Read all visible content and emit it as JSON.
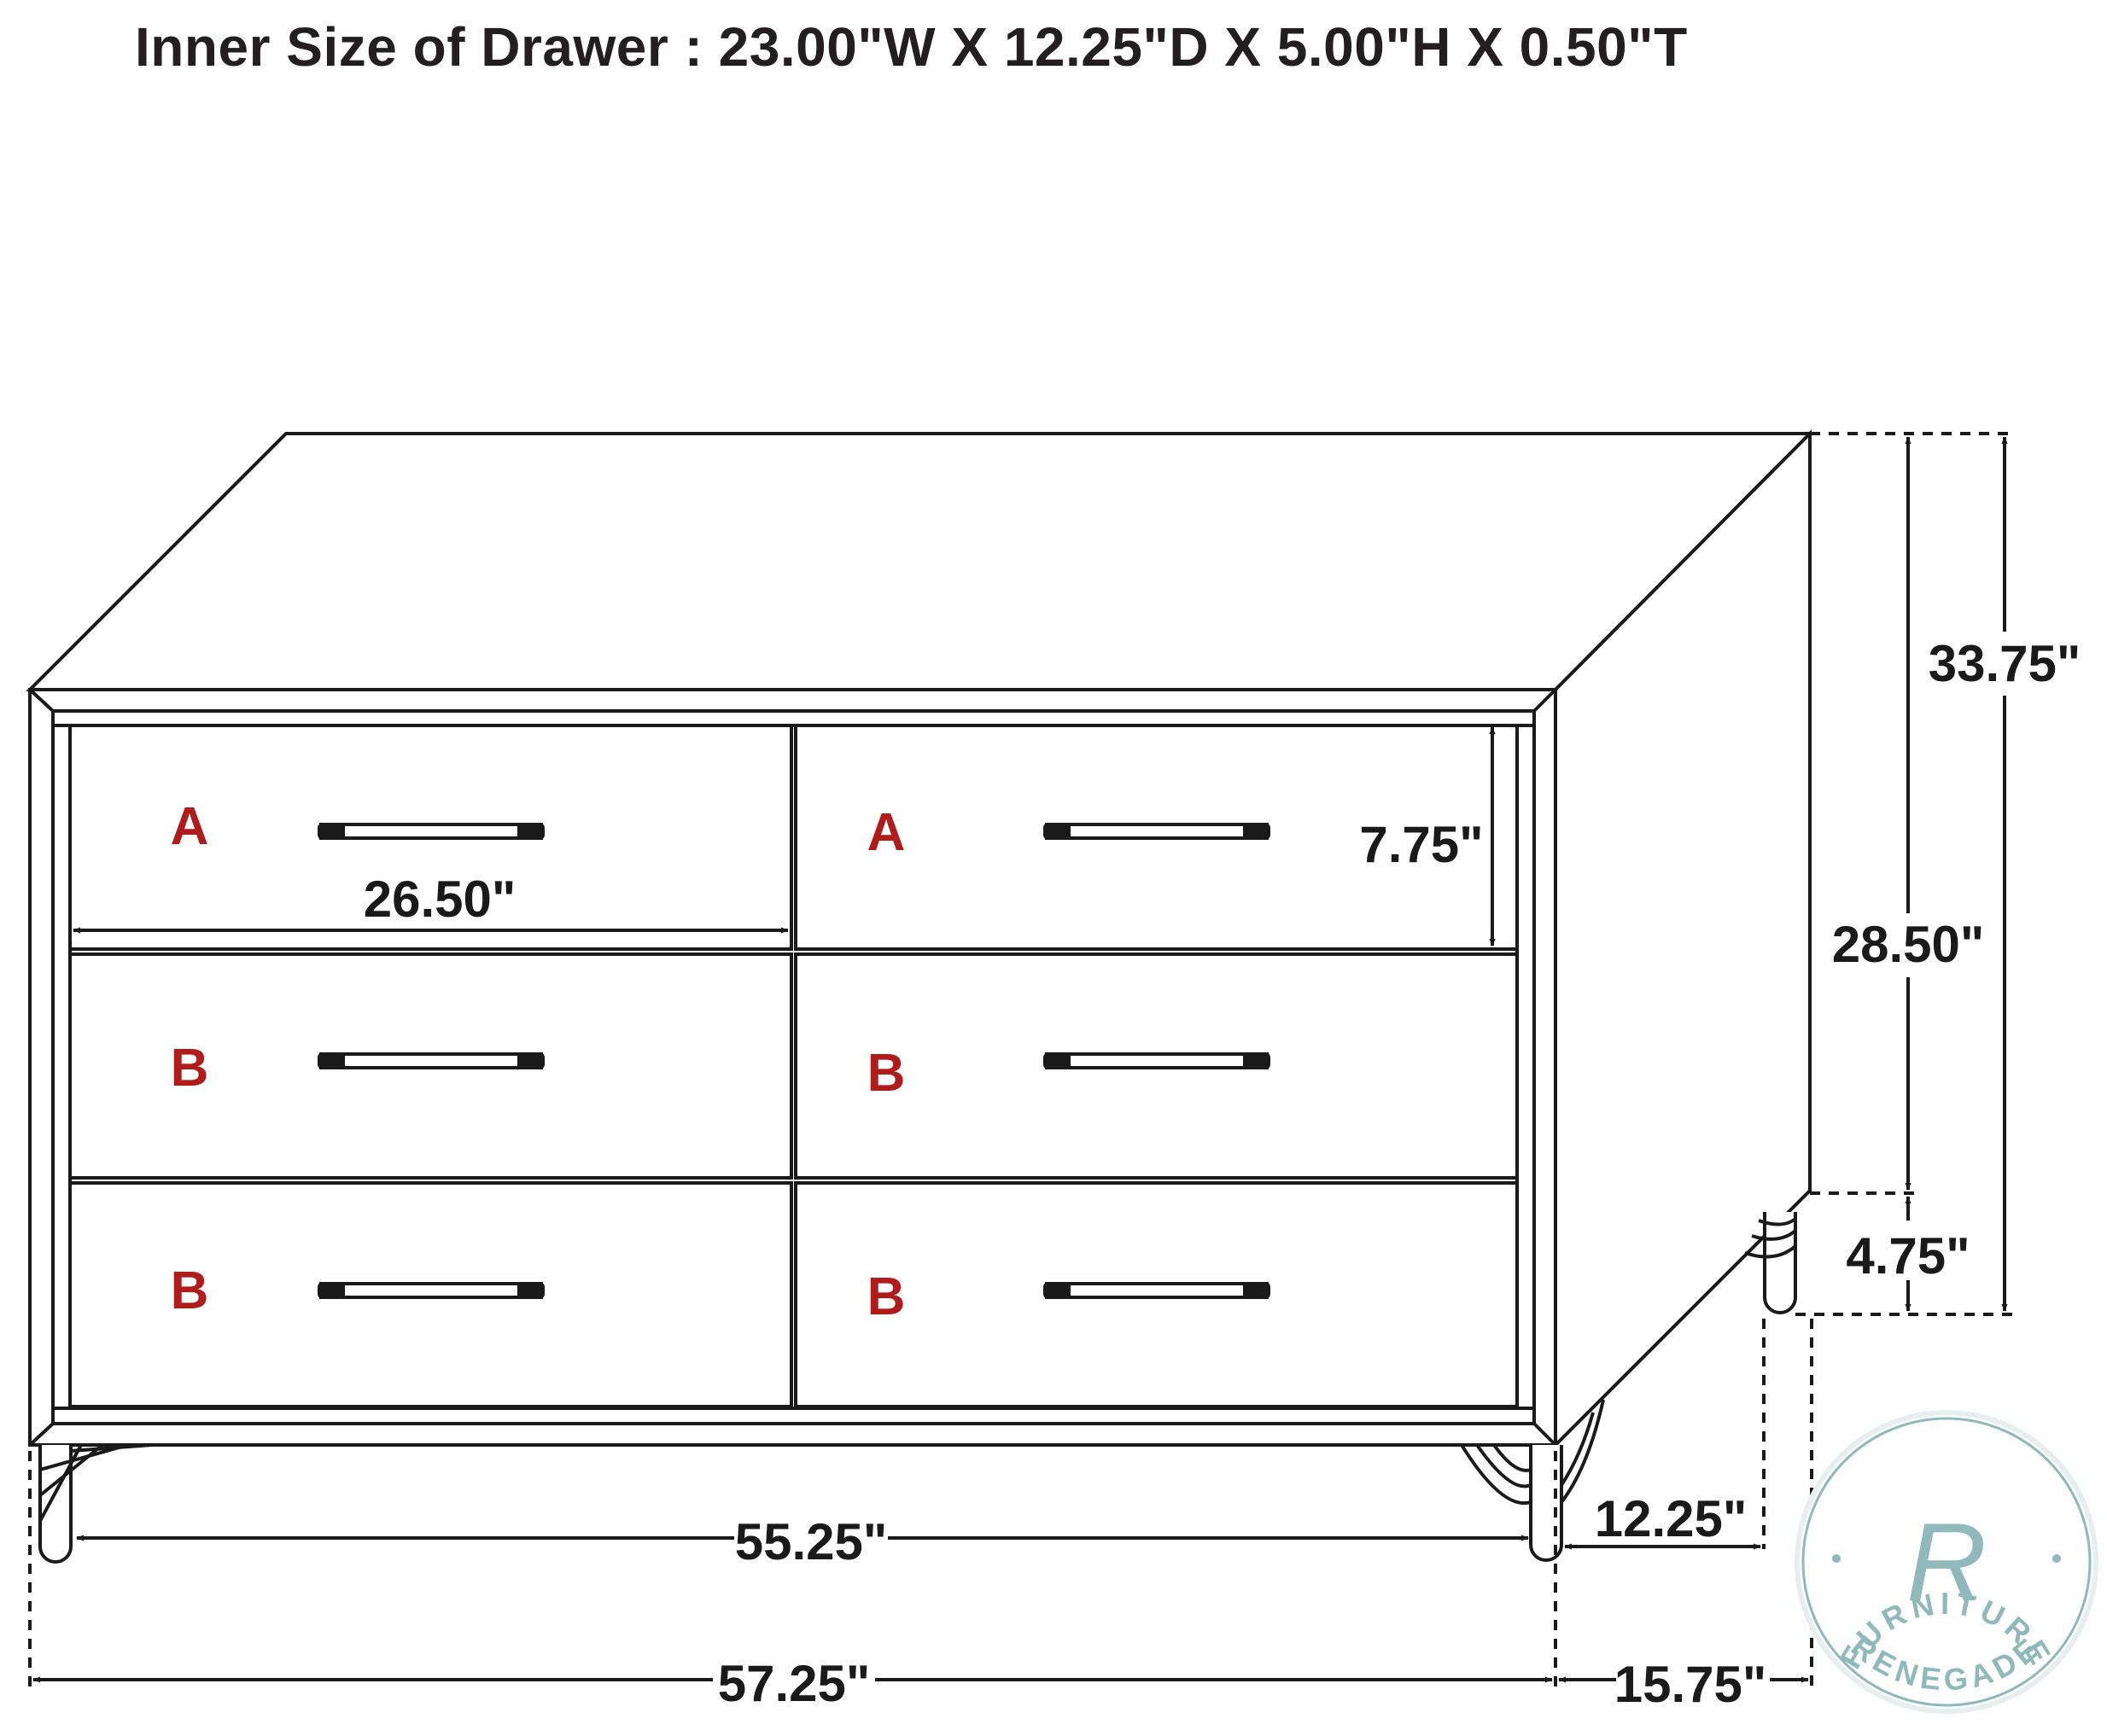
{
  "heading": "Inner Size of Drawer : 23.00\"W X 12.25\"D X 5.00\"H X 0.50\"T",
  "colors": {
    "line": "#1a1a1a",
    "drawer_label": "#b01c1c",
    "logo": "#8fb9ba"
  },
  "drawer_labels": {
    "top_left": "A",
    "top_right": "A",
    "middle_left": "B",
    "middle_right": "B",
    "bottom_left": "B",
    "bottom_right": "B"
  },
  "dimensions": {
    "drawer_width": "26.50\"",
    "drawer_height": "7.75\"",
    "total_height": "33.75\"",
    "case_height": "28.50\"",
    "leg_height": "4.75\"",
    "leg_span_width": "55.25\"",
    "overall_width": "57.25\"",
    "leg_span_depth": "12.25\"",
    "overall_depth": "15.75\""
  },
  "logo": {
    "top_text": "RENEGADE",
    "bottom_text": "FURNITURE",
    "monogram": "R"
  }
}
